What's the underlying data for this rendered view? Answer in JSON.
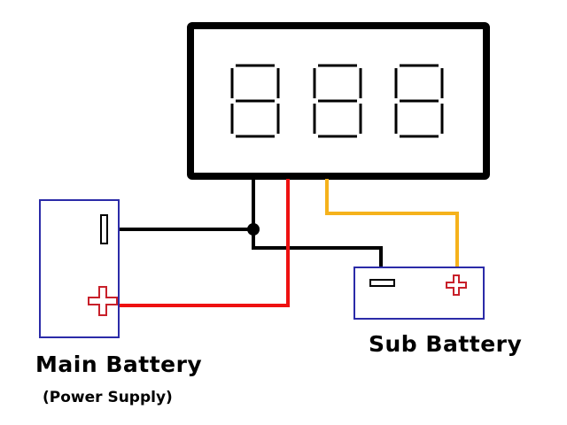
{
  "labels": {
    "main_battery": "Main Battery",
    "main_battery_sub": "(Power Supply)",
    "sub_battery": "Sub Battery"
  },
  "display": {
    "digits": 3,
    "segments_shown": "888"
  },
  "colors": {
    "wire_ground": "#000000",
    "wire_positive": "#ee1111",
    "wire_sense": "#f5b21c",
    "battery_outline": "#2b2ba8",
    "plus_terminal": "#c8202a"
  },
  "icons": [
    "minus-terminal-icon",
    "plus-terminal-icon"
  ]
}
